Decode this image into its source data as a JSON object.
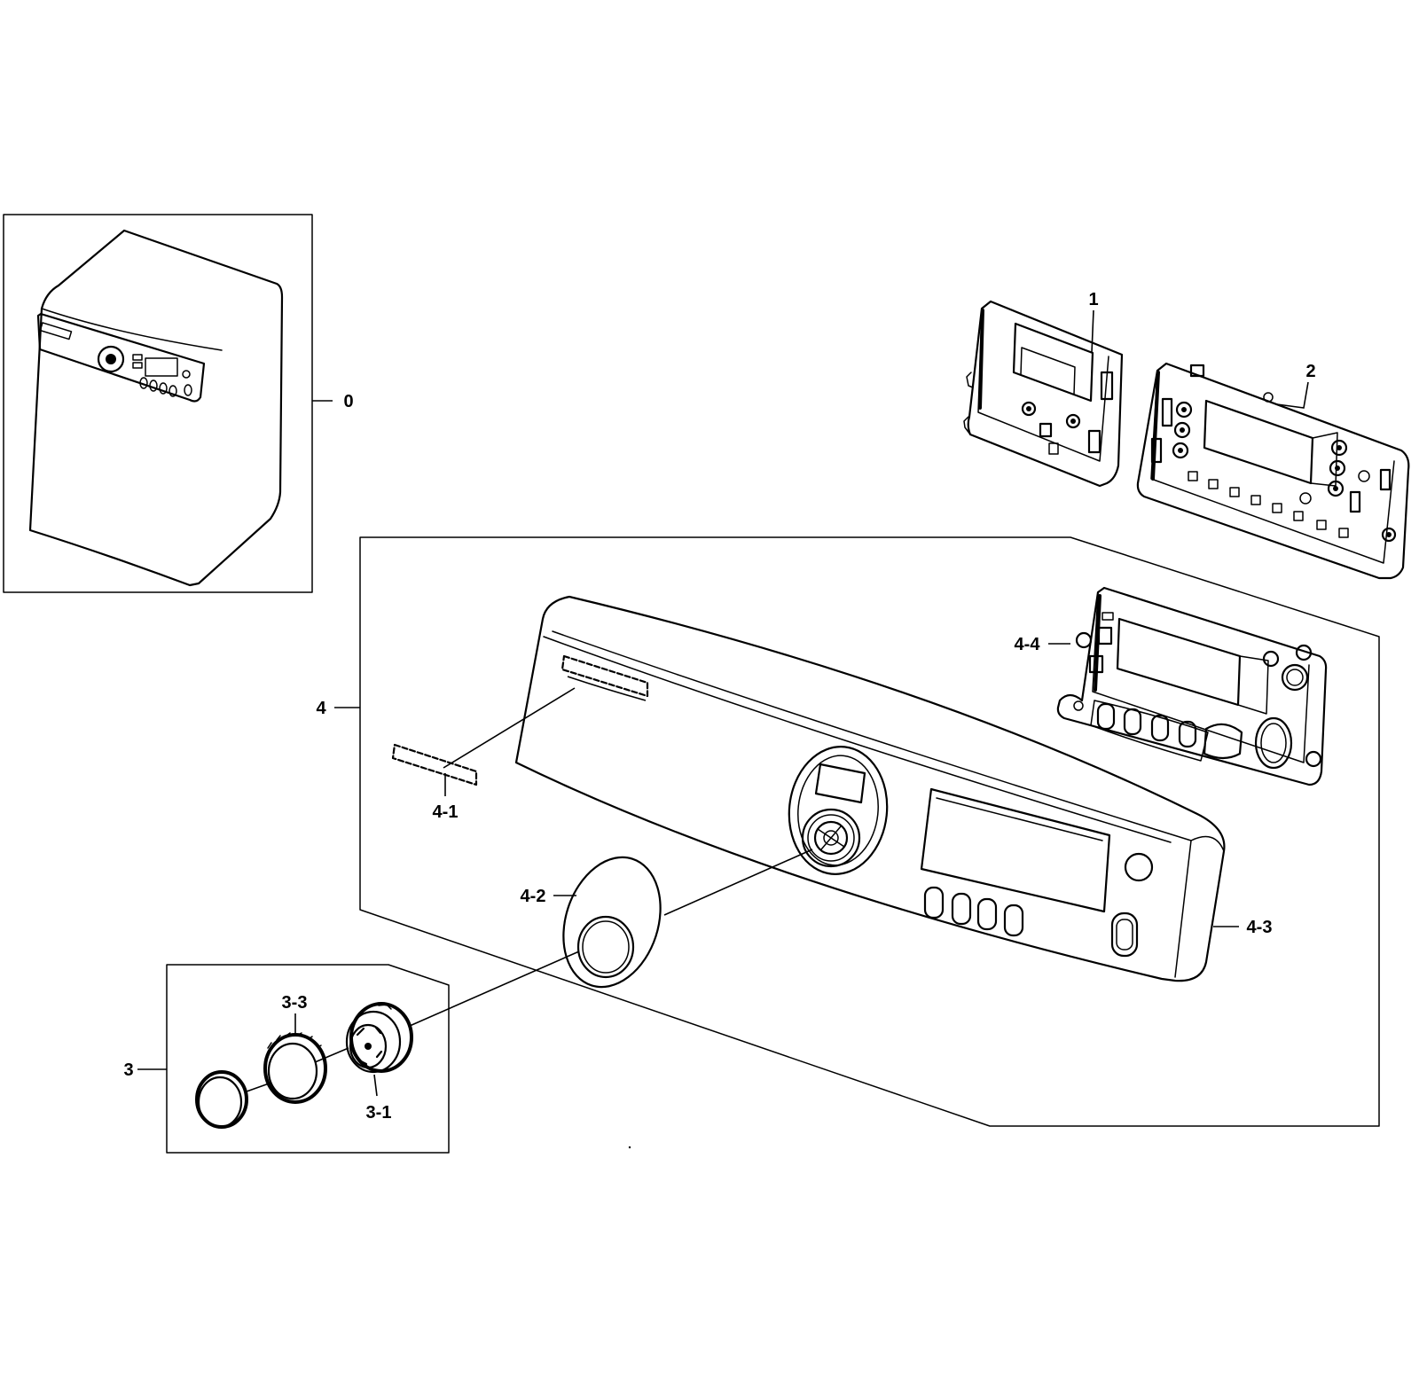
{
  "diagram": {
    "callouts": {
      "c0": "0",
      "c1": "1",
      "c2": "2",
      "c3": "3",
      "c3_1": "3-1",
      "c3_3": "3-3",
      "c4": "4",
      "c4_1": "4-1",
      "c4_2": "4-2",
      "c4_3": "4-3",
      "c4_4": "4-4"
    }
  }
}
